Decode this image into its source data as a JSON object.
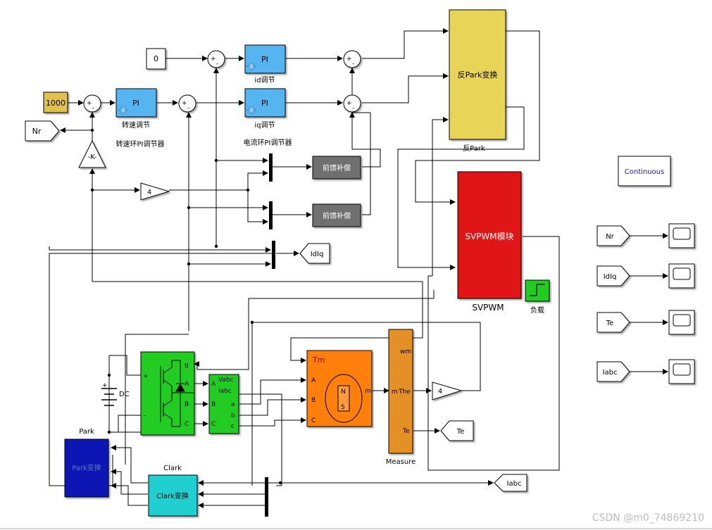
{
  "blocks": {
    "const0": "0",
    "const1000": "1000",
    "pi_speed": "PI",
    "pi_id": "PI",
    "pi_iq": "PI",
    "gain_k": "-K-",
    "gain4_left": "4",
    "gain4_right": "4",
    "inv_park": "反Park变换",
    "inv_park_label": "反Park",
    "svpwm": "SVPWM模块",
    "svpwm_label": "SVPWM",
    "load_label": "负载",
    "feedforward1": "前馈补偿",
    "feedforward2": "前馈补偿",
    "continuous": "Continuous",
    "park": "Park变换",
    "park_label": "Park",
    "clark": "Clark变换",
    "clark_label": "Clark",
    "measure_label": "Measure",
    "dc_label": "DC"
  },
  "labels": {
    "speed_adjust": "转速调节",
    "speed_pi": "转速环PI调节器",
    "id_adjust": "id调节",
    "iq_adjust": "iq调节",
    "current_pi": "电流环PI调节器"
  },
  "tags": {
    "nr_goto": "Nr",
    "idiq_goto": "IdIq",
    "te_goto": "Te",
    "iabc_goto": "Iabc",
    "scope_nr": "Nr",
    "scope_idiq": "IdIq",
    "scope_te": "Te",
    "scope_iabc": "Iabc"
  },
  "ports": {
    "inverter_g": "g",
    "inverter_plus": "+",
    "inverter_minus": "-",
    "inverter_a": "A",
    "inverter_b": "B",
    "inverter_c": "C",
    "meas_vabc": "Vabc",
    "meas_iabc": "Iabc",
    "meas_A": "A",
    "meas_B": "B",
    "meas_C": "C",
    "meas_a": "a",
    "meas_b": "b",
    "meas_c": "c",
    "motor_tm": "Tm",
    "motor_m": "m",
    "motor_A": "A",
    "motor_B": "B",
    "motor_C": "C",
    "motor_N": "N",
    "motor_S": "S",
    "measure_wm": "wm",
    "measure_the": "The",
    "measure_m": "m",
    "measure_te": "Te",
    "sum_plus": "+",
    "sum_minus": "-"
  },
  "watermark": "CSDN @m0_74869210",
  "colors": {
    "pi": "#56b4f0",
    "inv_park": "#e8d456",
    "svpwm": "#e01515",
    "load": "#22cc22",
    "feedforward": "#707070",
    "const1000": "#e0c050",
    "park": "#0a14b4",
    "clark": "#22cfd0",
    "inverter": "#22cc22",
    "motor": "#ff7f0e",
    "measure": "#e59028",
    "measurement_blk": "#22cc22"
  }
}
